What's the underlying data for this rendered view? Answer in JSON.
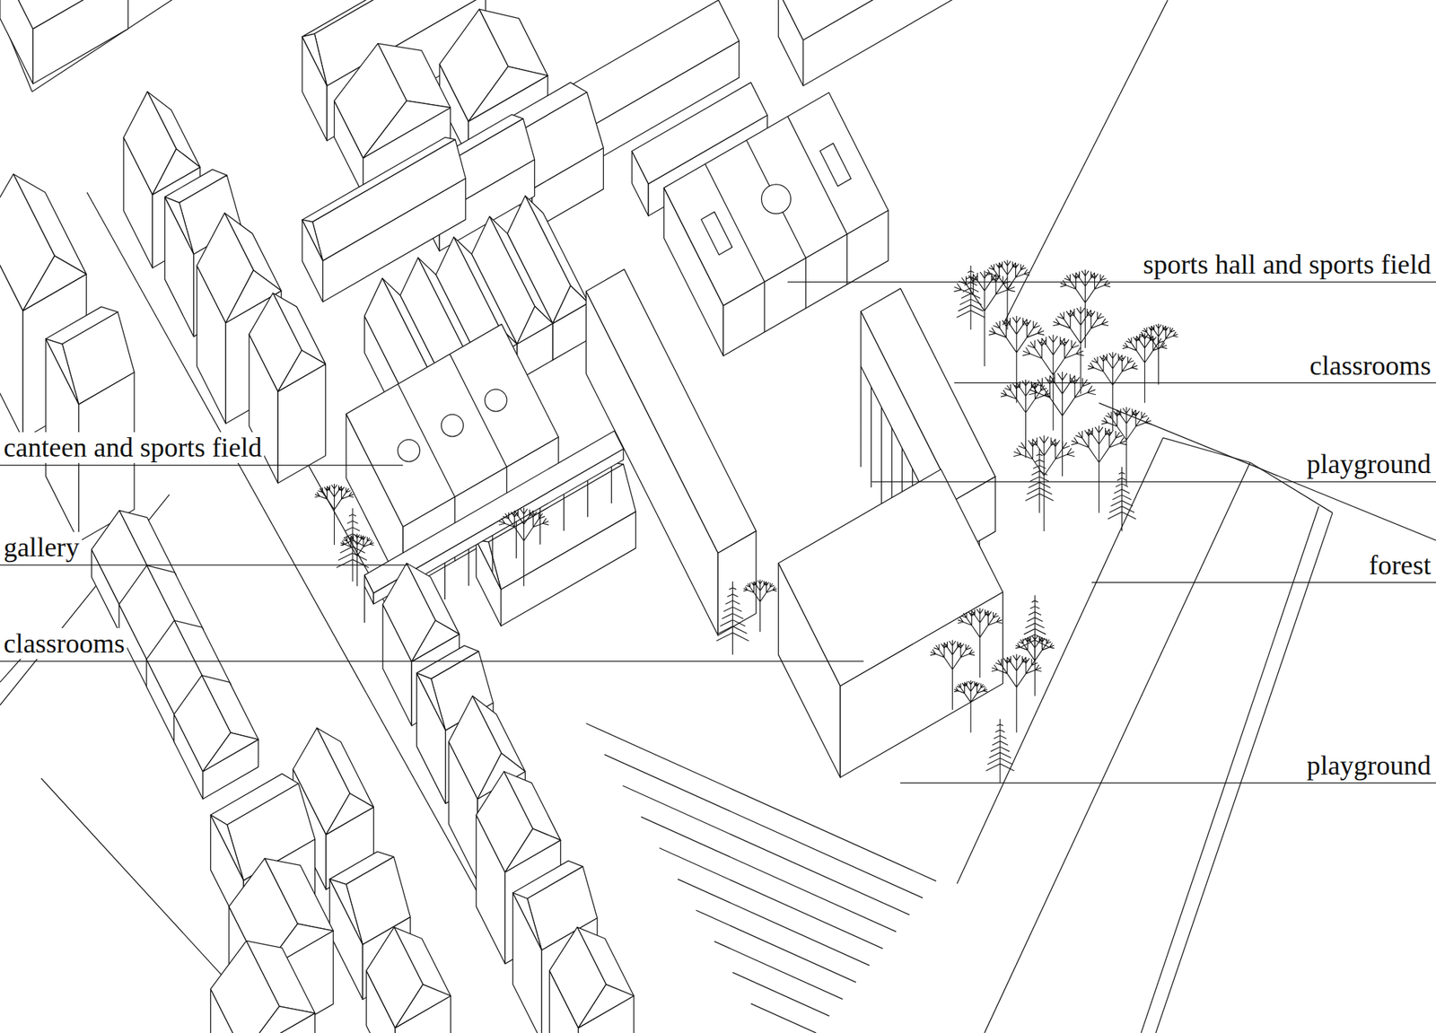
{
  "diagram": {
    "labels": [
      "sports hall and sports field",
      "classrooms",
      "canteen and sports field",
      "playground",
      "gallery",
      "forest",
      "classrooms",
      "playground"
    ]
  }
}
